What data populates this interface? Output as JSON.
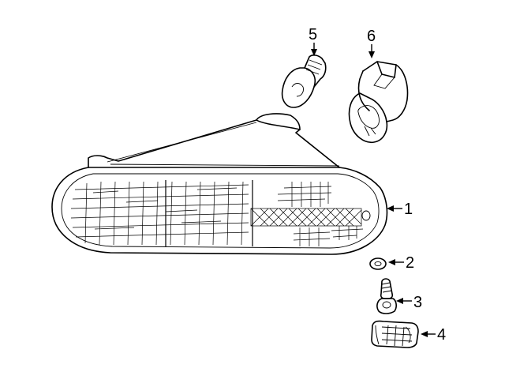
{
  "callouts": [
    {
      "number": "1",
      "part": "lamp-housing"
    },
    {
      "number": "2",
      "part": "washer"
    },
    {
      "number": "3",
      "part": "screw"
    },
    {
      "number": "4",
      "part": "nut-retainer"
    },
    {
      "number": "5",
      "part": "bulb"
    },
    {
      "number": "6",
      "part": "socket"
    }
  ]
}
